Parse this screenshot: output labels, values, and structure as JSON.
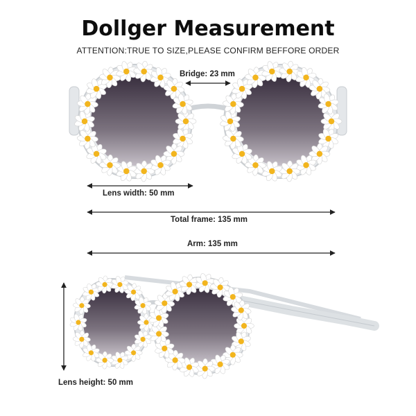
{
  "header": {
    "title": "Dollger Measurement",
    "subtitle": "ATTENTION:TRUE TO SIZE,PLEASE CONFIRM BEFFORE ORDER"
  },
  "measurements": {
    "bridge": "Bridge: 23 mm",
    "lens_width": "Lens width: 50 mm",
    "total_frame": "Total frame: 135 mm",
    "arm": "Arm: 135 mm",
    "lens_height": "Lens height: 50 mm"
  },
  "colors": {
    "lens_outer": "#3a3040",
    "lens_inner": "#a29aa6",
    "petal": "#ffffff",
    "flower_center": "#f2b51e",
    "frame": "#d9dde0",
    "arrow": "#222222"
  }
}
